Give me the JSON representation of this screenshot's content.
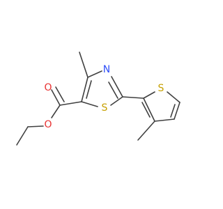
{
  "molecule": {
    "atoms": {
      "n3": {
        "symbol": "N",
        "color": "#3050F8"
      },
      "s1": {
        "symbol": "S",
        "color": "#C6A000"
      },
      "s_thio": {
        "symbol": "S",
        "color": "#C6A000"
      },
      "o_carbonyl": {
        "symbol": "O",
        "color": "#E83030"
      },
      "o_ester": {
        "symbol": "O",
        "color": "#E83030"
      }
    },
    "bond_color": "#404040"
  }
}
